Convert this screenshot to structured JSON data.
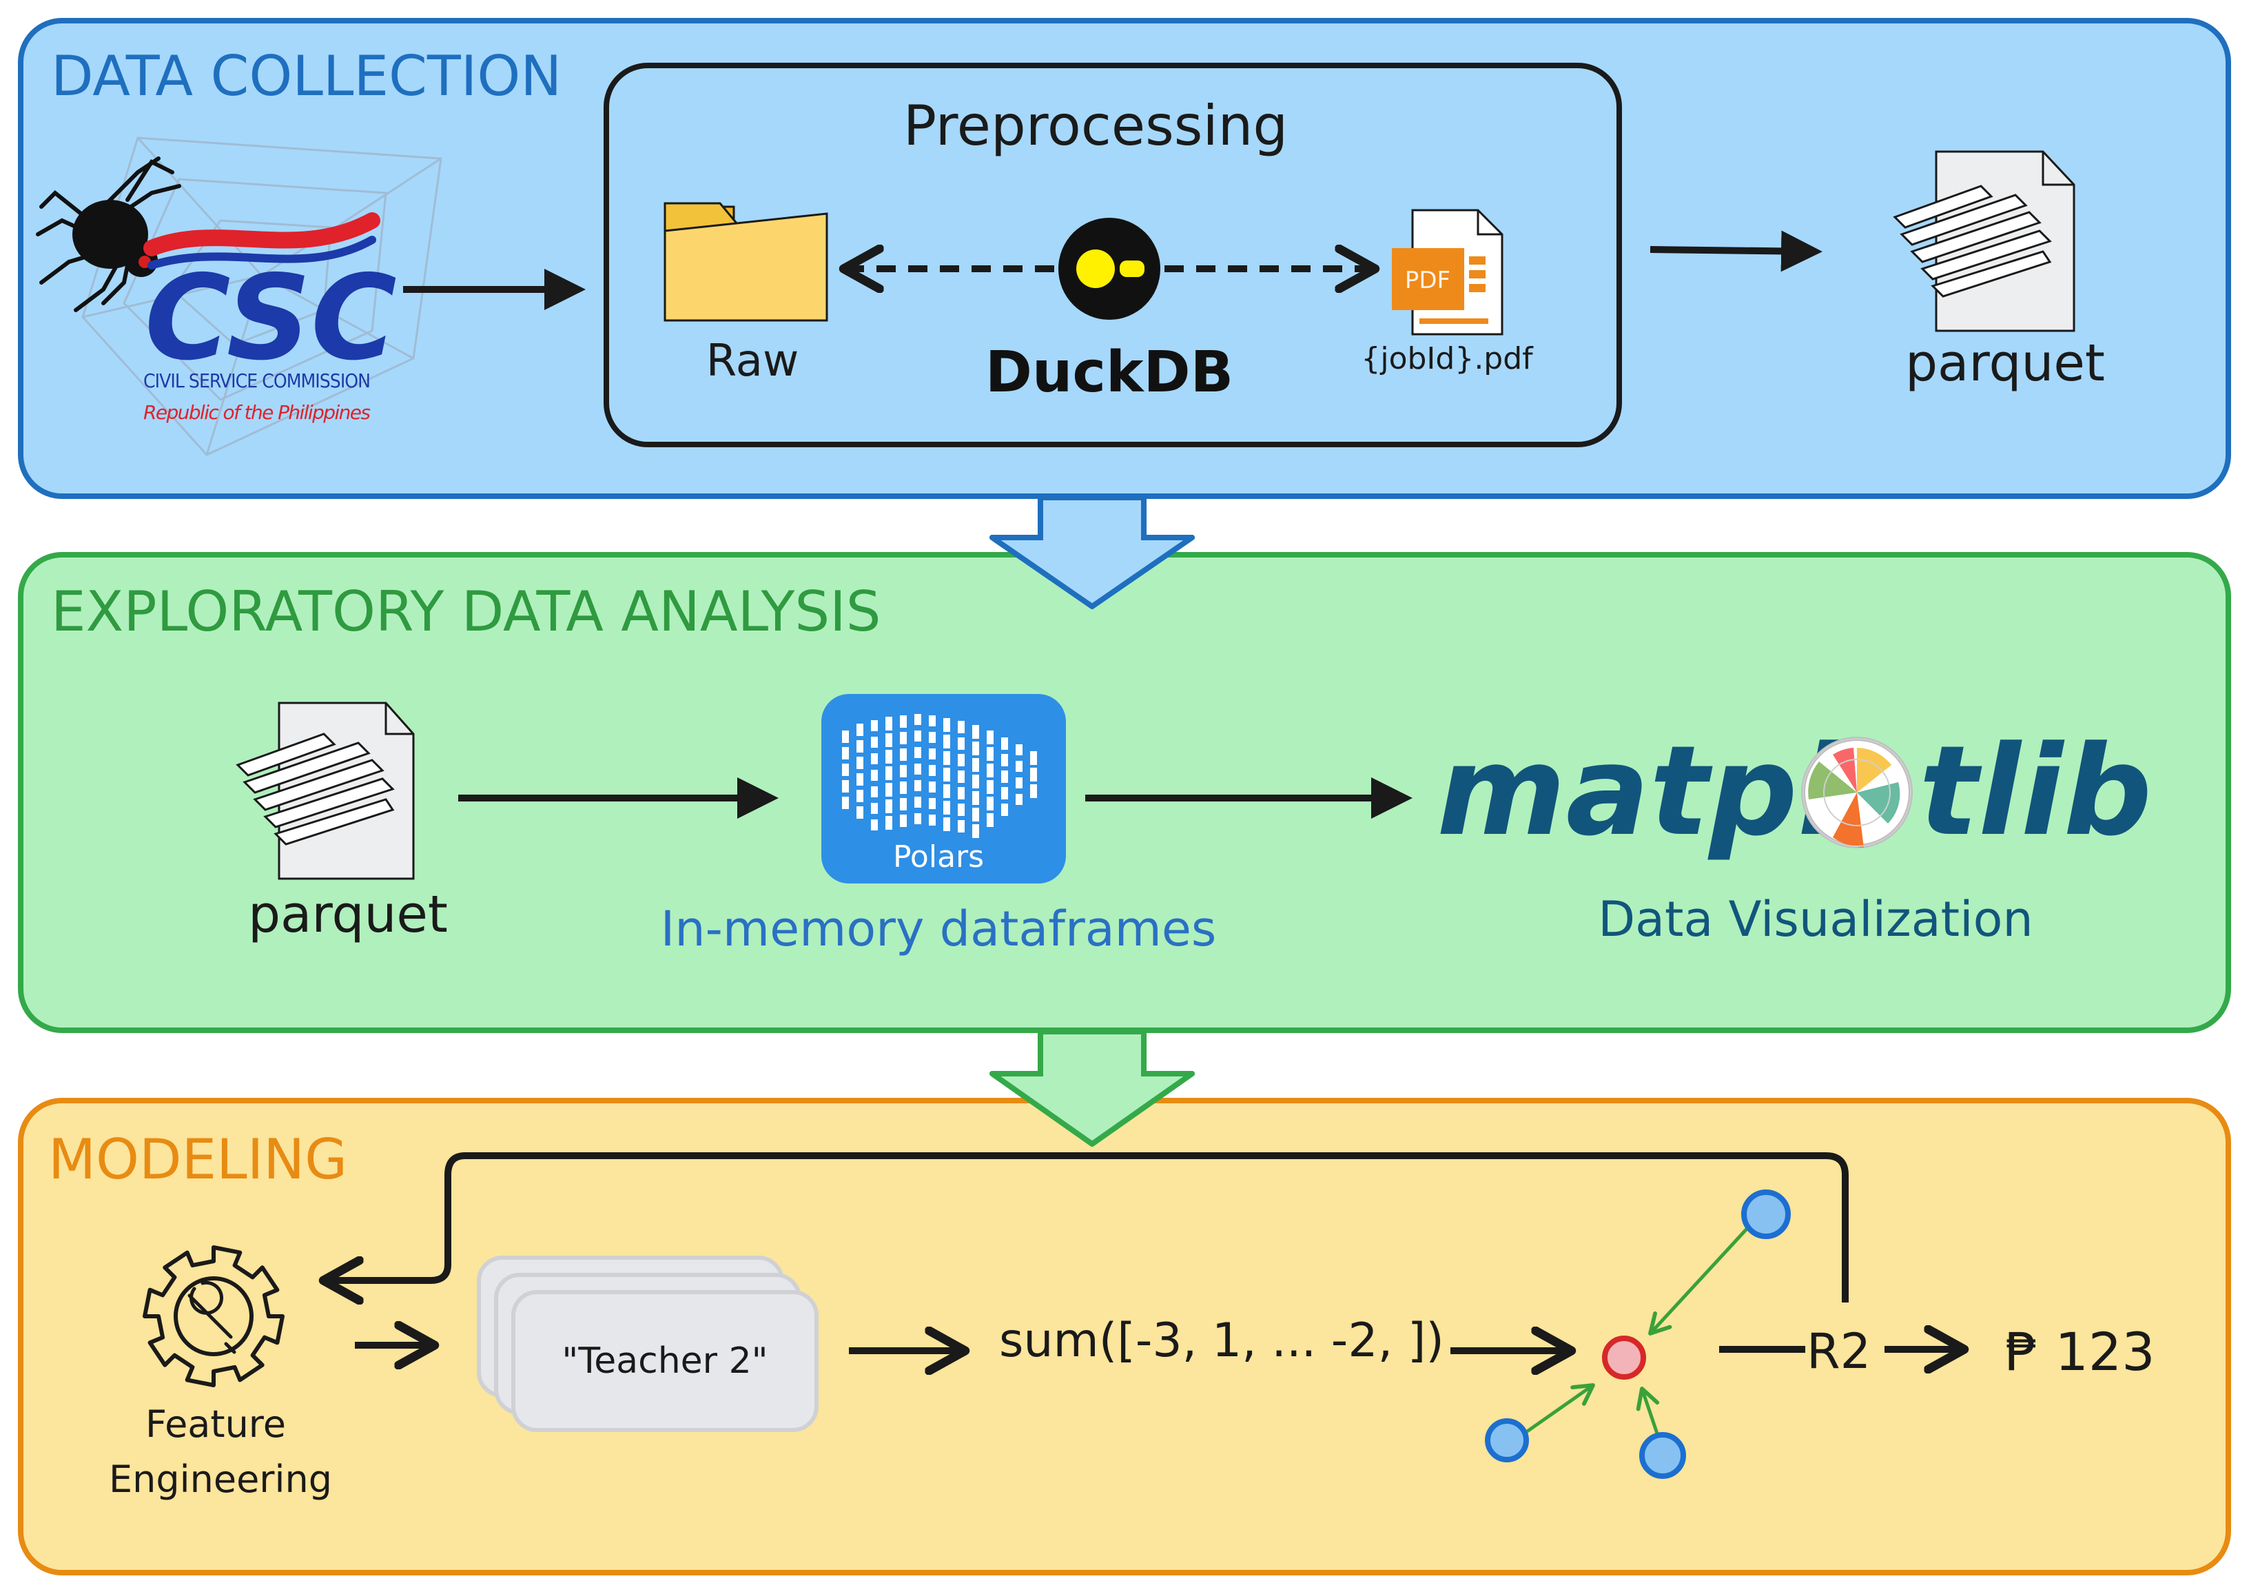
{
  "sections": {
    "collection": {
      "title": "DATA COLLECTION",
      "colors": {
        "fill": "#a6d8fb",
        "stroke": "#1f6fbf",
        "title": "#1f6fbf"
      },
      "csc_logo": {
        "wordmark": "CSC",
        "line1": "CIVIL SERVICE COMMISSION",
        "line2": "Republic of the Philippines"
      },
      "preprocessing": {
        "title": "Preprocessing",
        "raw_label": "Raw",
        "duckdb_label": "DuckDB",
        "pdf_badge": "PDF",
        "pdf_label": "{jobId}.pdf"
      },
      "parquet_label": "parquet"
    },
    "eda": {
      "title": "EXPLORATORY DATA ANALYSIS",
      "colors": {
        "fill": "#b0f0bd",
        "stroke": "#34a94a",
        "title": "#2f9a40"
      },
      "parquet_label": "parquet",
      "polars_badge": "Polars",
      "polars_caption": "In-memory dataframes",
      "matplotlib_wordmark": {
        "left": "matpl",
        "right": "tlib"
      },
      "matplotlib_caption": "Data Visualization"
    },
    "modeling": {
      "title": "MODELING",
      "colors": {
        "fill": "#fce59c",
        "stroke": "#e88b13",
        "title": "#e88b13"
      },
      "feature_label_1": "Feature",
      "feature_label_2": "Engineering",
      "card_text": "\"Teacher 2\"",
      "sum_text": "sum([-3, 1, ... -2, ])",
      "metric_label": "R2",
      "prediction": "₱ 123"
    }
  },
  "icons": [
    "spider-icon",
    "csc-logo",
    "folder-icon",
    "duckdb-icon",
    "pdf-file-icon",
    "parquet-file-icon",
    "polars-icon",
    "matplotlib-logo",
    "gear-wrench-icon",
    "knn-nodes-icon"
  ]
}
